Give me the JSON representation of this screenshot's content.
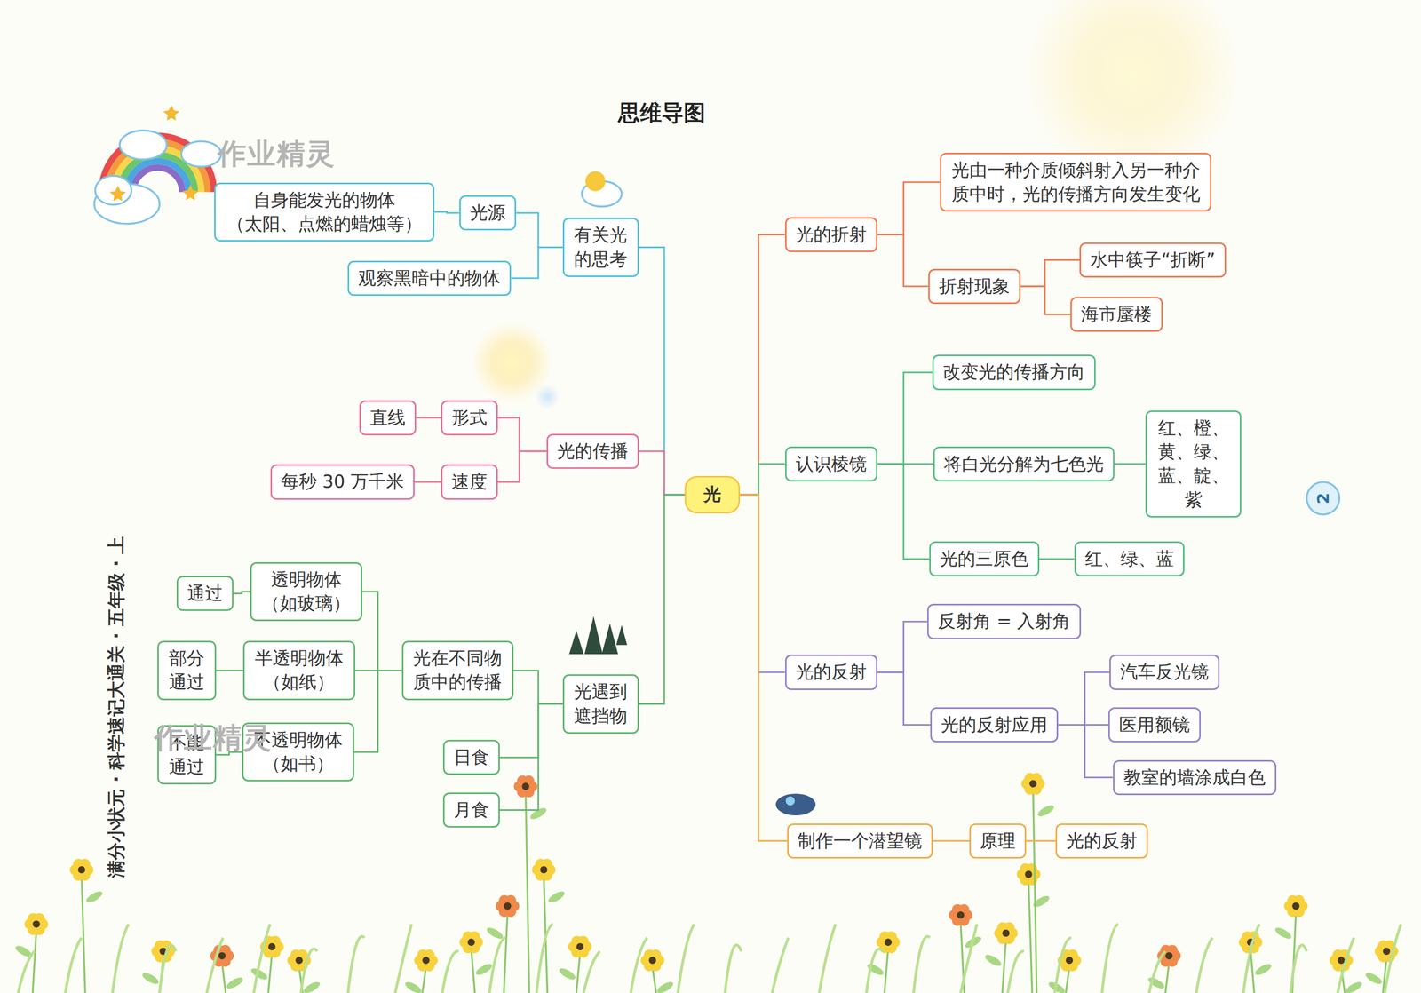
{
  "diagram": {
    "title": "思维导图",
    "nodes": [
      {
        "text": [
          "光"
        ]
      },
      {
        "text": [
          "有关光的思考"
        ]
      },
      {
        "text": [
          "光源"
        ]
      },
      {
        "text": [
          "自身能发光的物体 （太阳、点燃的蜡烛等）"
        ]
      },
      {
        "text": [
          "观察黑暗中的物体"
        ]
      },
      {
        "text": [
          "光的传播"
        ]
      },
      {
        "text": [
          "形式"
        ]
      },
      {
        "text": [
          "直线"
        ]
      },
      {
        "text": [
          "速度"
        ]
      },
      {
        "text": [
          "每秒 30 万千米"
        ]
      },
      {
        "text": [
          "光遇到遮挡物"
        ]
      },
      {
        "text": [
          "光在不同物质中的传播"
        ]
      },
      {
        "text": [
          "透明物体（如玻璃）"
        ]
      },
      {
        "text": [
          "通过"
        ]
      },
      {
        "text": [
          "半透明物体（如纸）"
        ]
      },
      {
        "text": [
          "部分通过"
        ]
      },
      {
        "text": [
          "不透明物体（如书）"
        ]
      },
      {
        "text": [
          "不能通过"
        ]
      },
      {
        "text": [
          "日食"
        ]
      },
      {
        "text": [
          "月食"
        ]
      },
      {
        "text": [
          "光的折射"
        ]
      },
      {
        "text": [
          "光由一种介质倾斜射入另一种介质中时，光的传播方向发生变化"
        ]
      },
      {
        "text": [
          "折射现象"
        ]
      },
      {
        "text": [
          "水中筷子“折断”"
        ]
      },
      {
        "text": [
          "海市蜃楼"
        ]
      },
      {
        "text": [
          "认识棱镜"
        ]
      },
      {
        "text": [
          "改变光的传播方向"
        ]
      },
      {
        "text": [
          "将白光分解为七色光"
        ]
      },
      {
        "text": [
          "红、橙、黄、绿、蓝、靛、紫"
        ]
      },
      {
        "text": [
          "光的三原色"
        ]
      },
      {
        "text": [
          "红、绿、蓝"
        ]
      },
      {
        "text": [
          "光的反射"
        ]
      },
      {
        "text": [
          "反射角 = 入射角"
        ]
      },
      {
        "text": [
          "光的反射应用"
        ]
      },
      {
        "text": [
          "汽车反光镜"
        ]
      },
      {
        "text": [
          "医用额镜"
        ]
      },
      {
        "text": [
          "教室的墙涂成白色"
        ]
      },
      {
        "text": [
          "制作一个潜望镜"
        ]
      },
      {
        "text": [
          "原理"
        ]
      },
      {
        "text": [
          "光的反射"
        ]
      }
    ],
    "edges": [
      {
        "from": 0,
        "to": 1,
        "arrow": "none"
      },
      {
        "from": 0,
        "to": 5,
        "arrow": "none"
      },
      {
        "from": 0,
        "to": 10,
        "arrow": "none"
      },
      {
        "from": 0,
        "to": 20,
        "arrow": "none"
      },
      {
        "from": 0,
        "to": 25,
        "arrow": "none"
      },
      {
        "from": 0,
        "to": 31,
        "arrow": "none"
      },
      {
        "from": 0,
        "to": 37,
        "arrow": "none"
      },
      {
        "from": 1,
        "to": 2,
        "arrow": "none"
      },
      {
        "from": 2,
        "to": 3,
        "arrow": "none"
      },
      {
        "from": 1,
        "to": 4,
        "arrow": "none"
      },
      {
        "from": 5,
        "to": 6,
        "arrow": "none"
      },
      {
        "from": 6,
        "to": 7,
        "arrow": "none"
      },
      {
        "from": 5,
        "to": 8,
        "arrow": "none"
      },
      {
        "from": 8,
        "to": 9,
        "arrow": "none"
      },
      {
        "from": 10,
        "to": 11,
        "arrow": "none"
      },
      {
        "from": 11,
        "to": 12,
        "arrow": "none"
      },
      {
        "from": 12,
        "to": 13,
        "arrow": "none"
      },
      {
        "from": 11,
        "to": 14,
        "arrow": "none"
      },
      {
        "from": 14,
        "to": 15,
        "arrow": "none"
      },
      {
        "from": 11,
        "to": 16,
        "arrow": "none"
      },
      {
        "from": 16,
        "to": 17,
        "arrow": "none"
      },
      {
        "from": 10,
        "to": 18,
        "arrow": "none"
      },
      {
        "from": 10,
        "to": 19,
        "arrow": "none"
      },
      {
        "from": 20,
        "to": 21,
        "arrow": "none"
      },
      {
        "from": 20,
        "to": 22,
        "arrow": "none"
      },
      {
        "from": 22,
        "to": 23,
        "arrow": "none"
      },
      {
        "from": 22,
        "to": 24,
        "arrow": "none"
      },
      {
        "from": 25,
        "to": 26,
        "arrow": "none"
      },
      {
        "from": 25,
        "to": 27,
        "arrow": "none"
      },
      {
        "from": 27,
        "to": 28,
        "arrow": "none"
      },
      {
        "from": 25,
        "to": 29,
        "arrow": "none"
      },
      {
        "from": 29,
        "to": 30,
        "arrow": "none"
      },
      {
        "from": 31,
        "to": 32,
        "arrow": "none"
      },
      {
        "from": 31,
        "to": 33,
        "arrow": "none"
      },
      {
        "from": 33,
        "to": 34,
        "arrow": "none"
      },
      {
        "from": 33,
        "to": 35,
        "arrow": "none"
      },
      {
        "from": 33,
        "to": 36,
        "arrow": "none"
      },
      {
        "from": 37,
        "to": 38,
        "arrow": "none"
      },
      {
        "from": 38,
        "to": 39,
        "arrow": "none"
      }
    ],
    "labels": [
      "作业精灵",
      "满分小状元 · 科学速记大通关 · 五年级 · 上",
      "2",
      "作业精灵"
    ]
  }
}
